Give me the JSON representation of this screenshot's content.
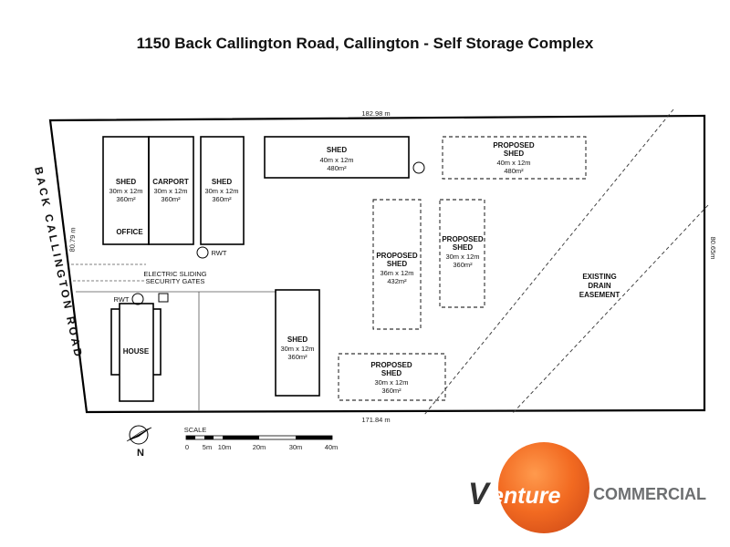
{
  "title": "1150 Back Callington Road, Callington - Self Storage Complex",
  "road_name": "BACK CALLINGTON ROAD",
  "dimensions": {
    "top": "182.98 m",
    "bottom": "171.84 m",
    "left": "80.79 m",
    "right": "80.65m"
  },
  "buildings": [
    {
      "name": "SHED",
      "size": "30m x 12m",
      "area": "360m²",
      "extra": "OFFICE"
    },
    {
      "name": "CARPORT",
      "size": "30m x 12m",
      "area": "360m²"
    },
    {
      "name": "SHED",
      "size": "30m x 12m",
      "area": "360m²"
    },
    {
      "name": "SHED",
      "size": "40m x 12m",
      "area": "480m²"
    },
    {
      "name": "PROPOSED",
      "name2": "SHED",
      "size": "40m x 12m",
      "area": "480m²"
    },
    {
      "name": "PROPOSED",
      "name2": "SHED",
      "size": "36m x 12m",
      "area": "432m²"
    },
    {
      "name": "PROPOSED",
      "name2": "SHED",
      "size": "30m x 12m",
      "area": "360m²"
    },
    {
      "name": "SHED",
      "size": "30m x 12m",
      "area": "360m²"
    },
    {
      "name": "PROPOSED",
      "name2": "SHED",
      "size": "30m x 12m",
      "area": "360m²"
    },
    {
      "name": "HOUSE"
    }
  ],
  "labels": {
    "rwt1": "RWT",
    "rwt2": "RWT",
    "gates_line1": "ELECTRIC SLIDING",
    "gates_line2": "SECURITY GATES",
    "drain_line1": "EXISTING",
    "drain_line2": "DRAIN",
    "drain_line3": "EASEMENT",
    "north": "N"
  },
  "scale": {
    "title": "SCALE",
    "ticks": [
      "0",
      "5m",
      "10m",
      "20m",
      "30m",
      "40m"
    ]
  },
  "logo": {
    "v": "V",
    "enture": "enture",
    "commercial": "COMMERCIAL"
  },
  "colors": {
    "logo_orange": "#f26a21",
    "logo_gray": "#6d6f71"
  }
}
